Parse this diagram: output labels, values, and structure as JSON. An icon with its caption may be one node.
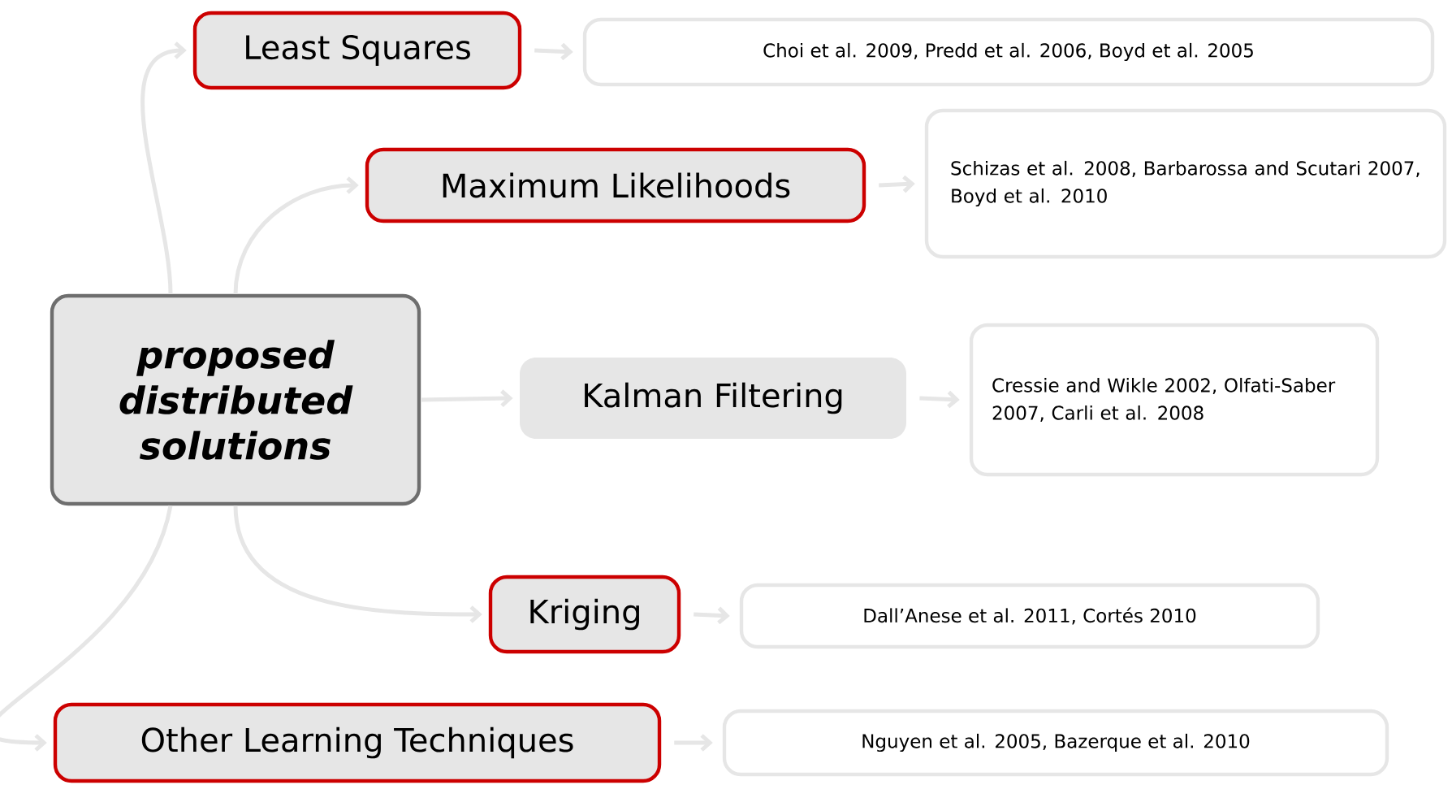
{
  "diagram": {
    "nodes": [
      {
        "text": [
          "proposed distributed solutions"
        ]
      },
      {
        "text": [
          "Least Squares"
        ]
      },
      {
        "text": [
          "Choi et al. 2009, Predd et al. 2006, Boyd et al. 2005"
        ]
      },
      {
        "text": [
          "Maximum Likelihoods"
        ]
      },
      {
        "text": [
          "Schizas et al. 2008, Barbarossa and Scutari 2007, Boyd et al. 2010"
        ]
      },
      {
        "text": [
          "Kalman Filtering"
        ]
      },
      {
        "text": [
          "Cressie and Wikle 2002, Olfati-Saber 2007, Carli et al. 2008"
        ]
      },
      {
        "text": [
          "Kriging"
        ]
      },
      {
        "text": [
          "Dall’Anese et al. 2011, Cortés 2010"
        ]
      },
      {
        "text": [
          "Other Learning Techniques"
        ]
      },
      {
        "text": [
          "Nguyen et al. 2005, Bazerque et al. 2010"
        ]
      }
    ],
    "edges": [
      {
        "from": 0,
        "to": 1,
        "arrow": "to"
      },
      {
        "from": 0,
        "to": 3,
        "arrow": "to"
      },
      {
        "from": 0,
        "to": 5,
        "arrow": "to"
      },
      {
        "from": 0,
        "to": 7,
        "arrow": "to"
      },
      {
        "from": 0,
        "to": 9,
        "arrow": "to"
      },
      {
        "from": 1,
        "to": 2,
        "arrow": "to"
      },
      {
        "from": 3,
        "to": 4,
        "arrow": "to"
      },
      {
        "from": 5,
        "to": 6,
        "arrow": "to"
      },
      {
        "from": 7,
        "to": 8,
        "arrow": "to"
      },
      {
        "from": 9,
        "to": 10,
        "arrow": "to"
      }
    ]
  }
}
